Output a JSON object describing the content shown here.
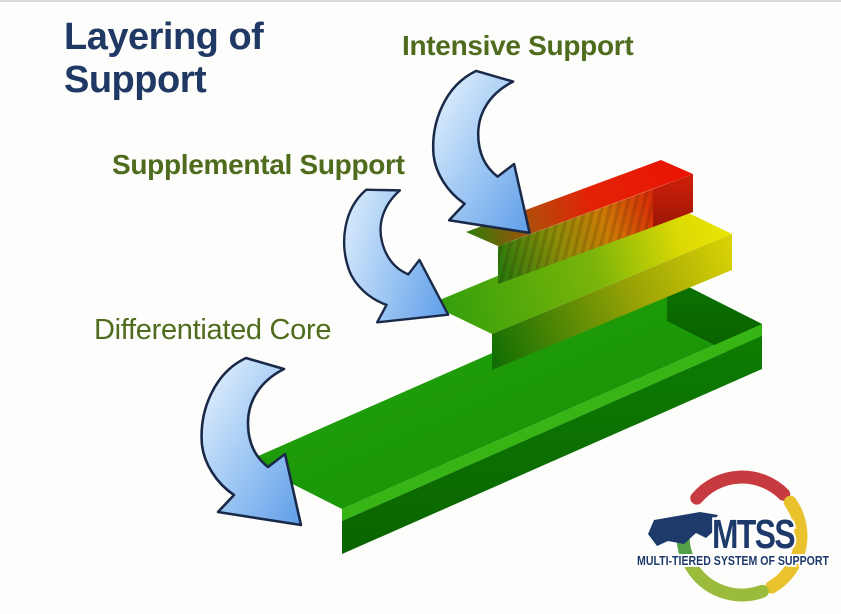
{
  "slide": {
    "title": "Layering of Support",
    "labels": {
      "intensive": "Intensive Support",
      "supplemental": "Supplemental Support",
      "core": "Differentiated Core"
    },
    "colors": {
      "title_navy": "#1f3864",
      "label_olive": "#4f6b1d",
      "tier_red": "#e32205",
      "tier_yellow": "#e8e402",
      "tier_green": "#169c05",
      "arrow_blue": "#5f9ee9"
    }
  },
  "logo": {
    "acronym": "MTSS",
    "tagline": "MULTI-TIERED SYSTEM OF SUPPORT",
    "navy": "#1d3a6b",
    "ring_colors": {
      "red": "#c63a40",
      "yellow": "#e9c32e",
      "light_green": "#9abb3c",
      "green": "#53a046"
    }
  }
}
